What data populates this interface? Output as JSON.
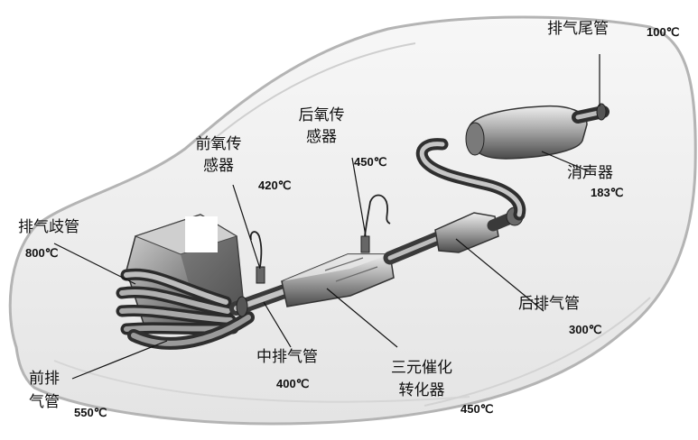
{
  "labels": {
    "tailpipe": "排气尾管",
    "rear_o2_line1": "后氧传",
    "rear_o2_line2": "感器",
    "front_o2_line1": "前氧传",
    "front_o2_line2": "感器",
    "manifold": "排气歧管",
    "muffler": "消声器",
    "rear_pipe": "后排气管",
    "front_pipe_line1": "前排",
    "front_pipe_line2": "气管",
    "mid_pipe": "中排气管",
    "catalyst_line1": "三元催化",
    "catalyst_line2": "转化器"
  },
  "temps": {
    "tailpipe": "100℃",
    "rear_o2": "450℃",
    "front_o2": "420℃",
    "manifold": "800℃",
    "muffler": "183℃",
    "rear_pipe": "300℃",
    "front_pipe": "550℃",
    "mid_pipe": "400℃",
    "catalyst": "450℃"
  }
}
